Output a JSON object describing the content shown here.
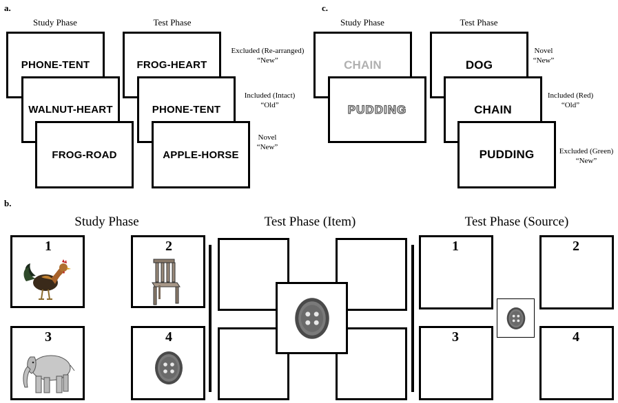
{
  "panel_a": {
    "label": "a.",
    "study_header": "Study Phase",
    "test_header": "Test Phase",
    "study_cards": [
      "PHONE-TENT",
      "WALNUT-HEART",
      "FROG-ROAD"
    ],
    "test_cards": [
      "FROG-HEART",
      "PHONE-TENT",
      "APPLE-HORSE"
    ],
    "notes": [
      {
        "line1": "Excluded  (Re-arranged)",
        "line2": "“New”"
      },
      {
        "line1": "Included (Intact)",
        "line2": "“Old”"
      },
      {
        "line1": "Novel",
        "line2": "“New”"
      }
    ]
  },
  "panel_c": {
    "label": "c.",
    "study_header": "Study Phase",
    "test_header": "Test Phase",
    "study_cards": [
      "CHAIN",
      "PUDDING"
    ],
    "test_cards": [
      "DOG",
      "CHAIN",
      "PUDDING"
    ],
    "notes": [
      {
        "line1": "Novel",
        "line2": "“New”"
      },
      {
        "line1": "Included (Red)",
        "line2": "“Old”"
      },
      {
        "line1": "Excluded (Green)",
        "line2": "“New”"
      }
    ]
  },
  "panel_b": {
    "label": "b.",
    "study_header": "Study Phase",
    "item_header": "Test Phase (Item)",
    "source_header": "Test Phase (Source)",
    "study_numbers": [
      "1",
      "2",
      "3",
      "4"
    ],
    "study_images": [
      "rooster",
      "chair",
      "elephant",
      "button"
    ],
    "source_numbers": [
      "1",
      "2",
      "3",
      "4"
    ]
  }
}
